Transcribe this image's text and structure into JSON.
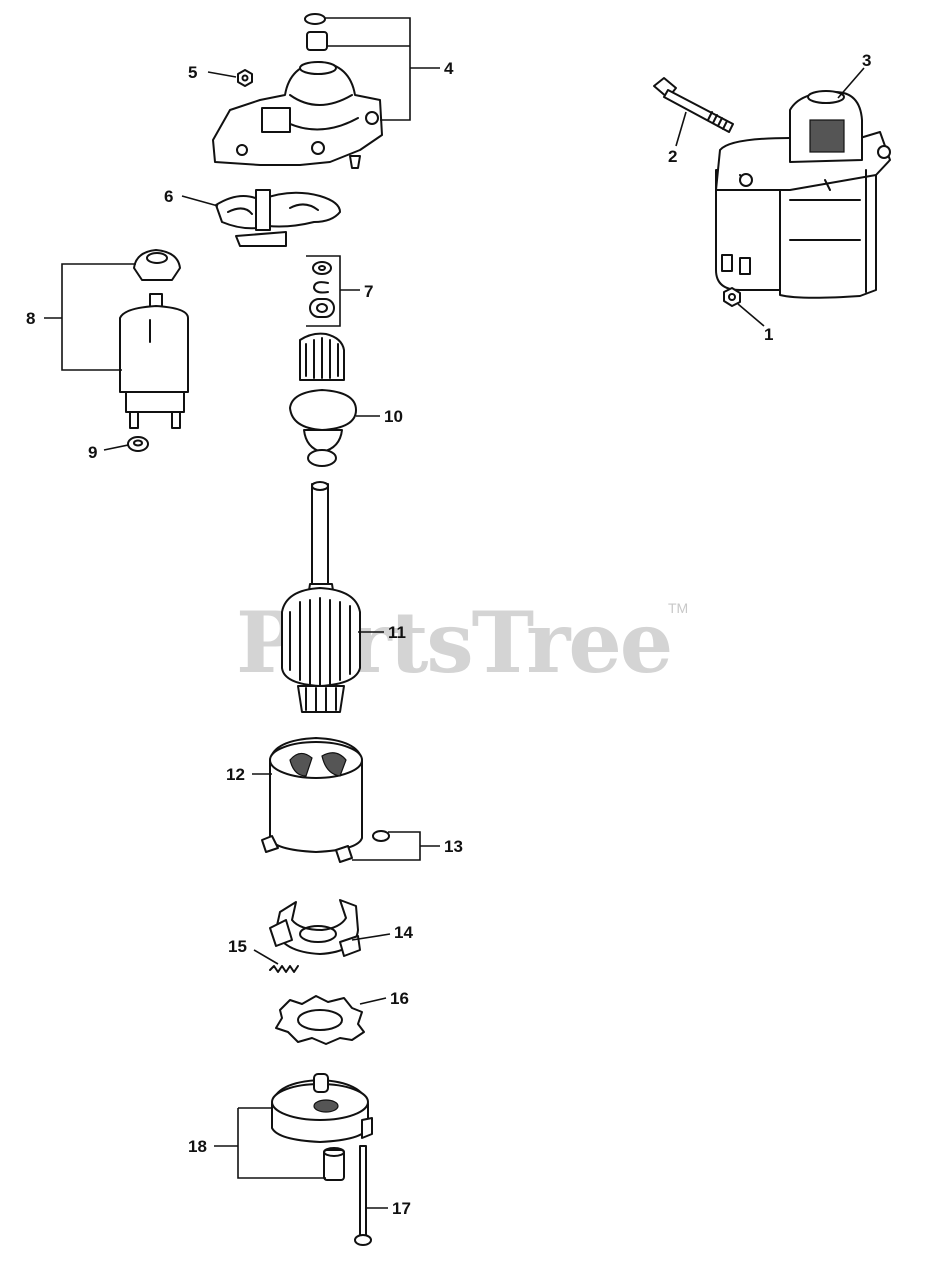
{
  "watermark": {
    "text": "PartsTree",
    "tm": "TM"
  },
  "callouts": {
    "c1": "1",
    "c2": "2",
    "c3": "3",
    "c4": "4",
    "c5": "5",
    "c6": "6",
    "c7": "7",
    "c8": "8",
    "c9": "9",
    "c10": "10",
    "c11": "11",
    "c12": "12",
    "c13": "13",
    "c14": "14",
    "c15": "15",
    "c16": "16",
    "c17": "17",
    "c18": "18"
  }
}
